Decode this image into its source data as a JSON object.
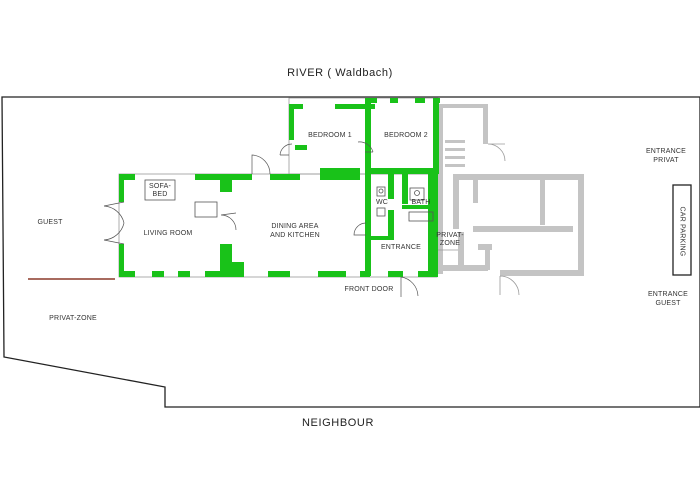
{
  "title_top": "RIVER ( Waldbach)",
  "title_bottom": "NEIGHBOUR",
  "rooms": {
    "bedroom1": "BEDROOM 1",
    "bedroom2": "BEDROOM 2",
    "sofa_bed_line1": "SOFA-",
    "sofa_bed_line2": "BED",
    "living_room": "LIVING ROOM",
    "dining_line1": "DINING AREA",
    "dining_line2": "AND KITCHEN",
    "wc": "WC",
    "bath": "BATH",
    "entrance": "ENTRANCE",
    "privat_zone_inner_line1": "PRIVAT-",
    "privat_zone_inner_line2": "ZONE",
    "front_door": "FRONT DOOR"
  },
  "outside": {
    "guest": "GUEST",
    "privat_zone": "PRIVAT-ZONE",
    "entrance_privat_line1": "ENTRANCE",
    "entrance_privat_line2": "PRIVAT",
    "entrance_guest_line1": "ENTRANCE",
    "entrance_guest_line2": "GUEST",
    "car_parking": "CAR PARKING"
  },
  "colors": {
    "guest_wall": "#19c219",
    "private_wall": "#c4c4c4",
    "line": "#222222",
    "garden_divider": "#8b3a2a"
  }
}
